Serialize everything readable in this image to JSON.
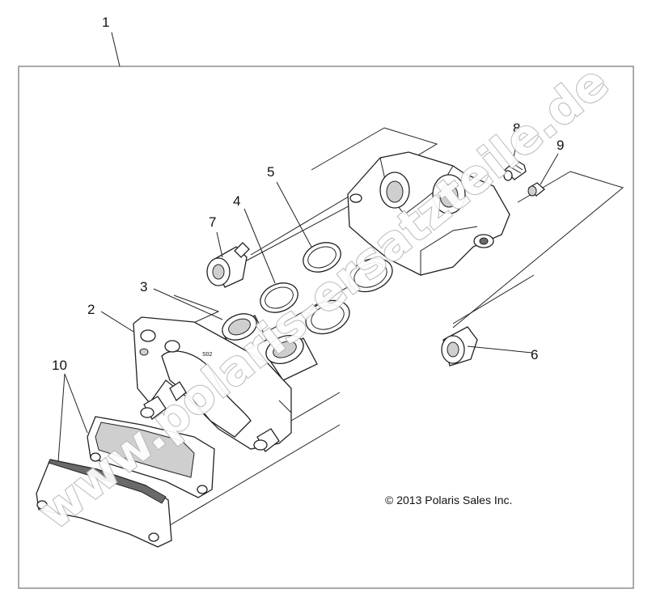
{
  "diagram": {
    "callouts": [
      {
        "id": "1",
        "label": "1"
      },
      {
        "id": "2",
        "label": "2"
      },
      {
        "id": "3",
        "label": "3"
      },
      {
        "id": "4",
        "label": "4"
      },
      {
        "id": "5",
        "label": "5"
      },
      {
        "id": "6",
        "label": "6"
      },
      {
        "id": "7",
        "label": "7"
      },
      {
        "id": "8",
        "label": "8"
      },
      {
        "id": "9",
        "label": "9"
      },
      {
        "id": "10",
        "label": "10"
      }
    ],
    "copyright": "© 2013 Polaris Sales Inc.",
    "caliper_marking": "S02",
    "watermark": "www.polaris-ersatzteile.de"
  }
}
